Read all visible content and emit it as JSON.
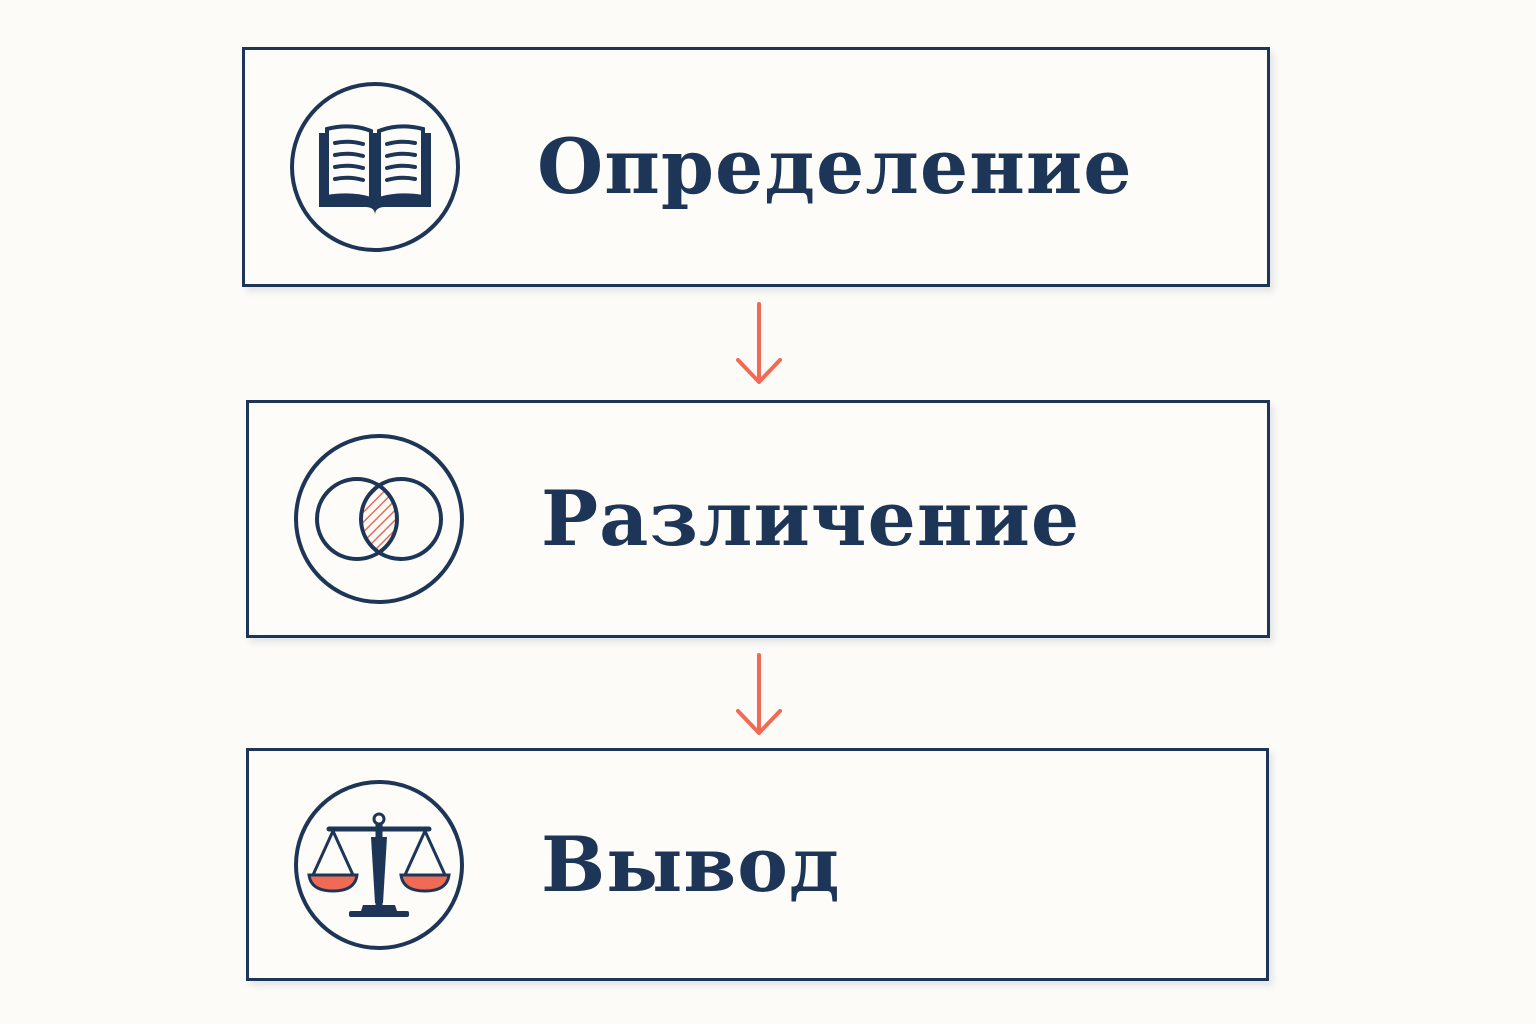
{
  "colors": {
    "background": "#fcfbf7",
    "ink": "#1d3557",
    "accent": "#f06a55"
  },
  "steps": [
    {
      "label": "Определение",
      "icon": "open-book-icon"
    },
    {
      "label": "Различение",
      "icon": "venn-diagram-icon"
    },
    {
      "label": "Вывод",
      "icon": "balance-scale-icon"
    }
  ],
  "connectors": [
    {
      "icon": "arrow-down-icon"
    },
    {
      "icon": "arrow-down-icon"
    }
  ]
}
